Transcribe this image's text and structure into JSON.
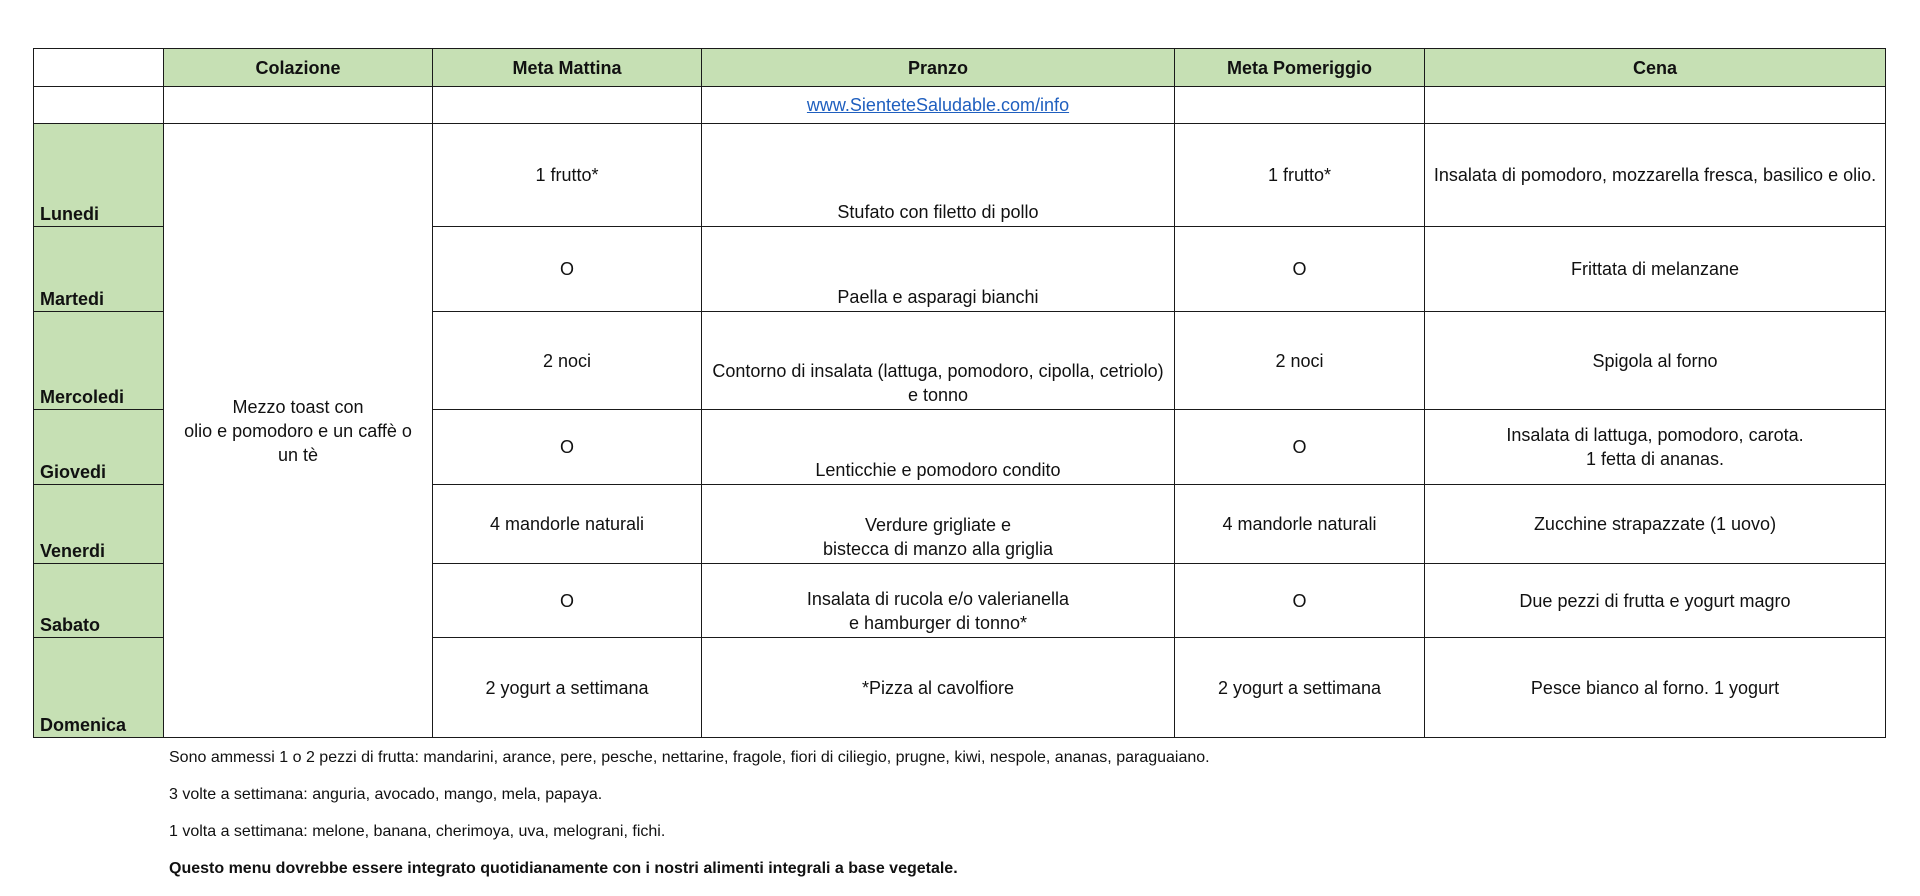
{
  "headers": {
    "corner": "",
    "breakfast": "Colazione",
    "mid_morning": "Meta Mattina",
    "lunch": "Pranzo",
    "mid_afternoon": "Meta Pomeriggio",
    "dinner": "Cena"
  },
  "link_text": "www.SienteteSaludable.com/info",
  "breakfast_all_week": "Mezzo toast con\nolio e pomodoro e un caffè o un tè",
  "days": [
    {
      "name": "Lunedi",
      "snack": "1 frutto*",
      "lunch": "Stufato con filetto di pollo",
      "dinner": "Insalata di pomodoro, mozzarella fresca, basilico e olio."
    },
    {
      "name": "Martedi",
      "snack": "O",
      "lunch": "Paella e asparagi bianchi",
      "dinner": "Frittata di melanzane"
    },
    {
      "name": "Mercoledi",
      "snack": "2 noci",
      "lunch": "Contorno di insalata (lattuga, pomodoro, cipolla, cetriolo) e tonno",
      "dinner": "Spigola al forno"
    },
    {
      "name": "Giovedi",
      "snack": "O",
      "lunch": "Lenticchie e pomodoro condito",
      "dinner": "Insalata di lattuga, pomodoro, carota.\n1 fetta di ananas."
    },
    {
      "name": "Venerdi",
      "snack": "4 mandorle naturali",
      "lunch": "Verdure grigliate e\nbistecca di manzo alla griglia",
      "dinner": "Zucchine strapazzate (1 uovo)"
    },
    {
      "name": "Sabato",
      "snack": "O",
      "lunch": "Insalata di rucola e/o valerianella\ne hamburger di tonno*",
      "dinner": "Due pezzi di frutta e yogurt magro"
    },
    {
      "name": "Domenica",
      "snack": "2 yogurt a settimana",
      "lunch": "*Pizza al cavolfiore",
      "dinner": "Pesce bianco al forno. 1 yogurt"
    }
  ],
  "notes": [
    "Sono ammessi 1 o 2 pezzi di frutta: mandarini, arance, pere, pesche, nettarine, fragole, fiori di ciliegio, prugne, kiwi, nespole, ananas, paraguaiano.",
    "3 volte a settimana: anguria, avocado, mango, mela, papaya.",
    "1 volta a settimana: melone, banana, cherimoya, uva, melograni, fichi.",
    "Questo menu dovrebbe essere integrato quotidianamente con i nostri alimenti integrali a base vegetale."
  ]
}
